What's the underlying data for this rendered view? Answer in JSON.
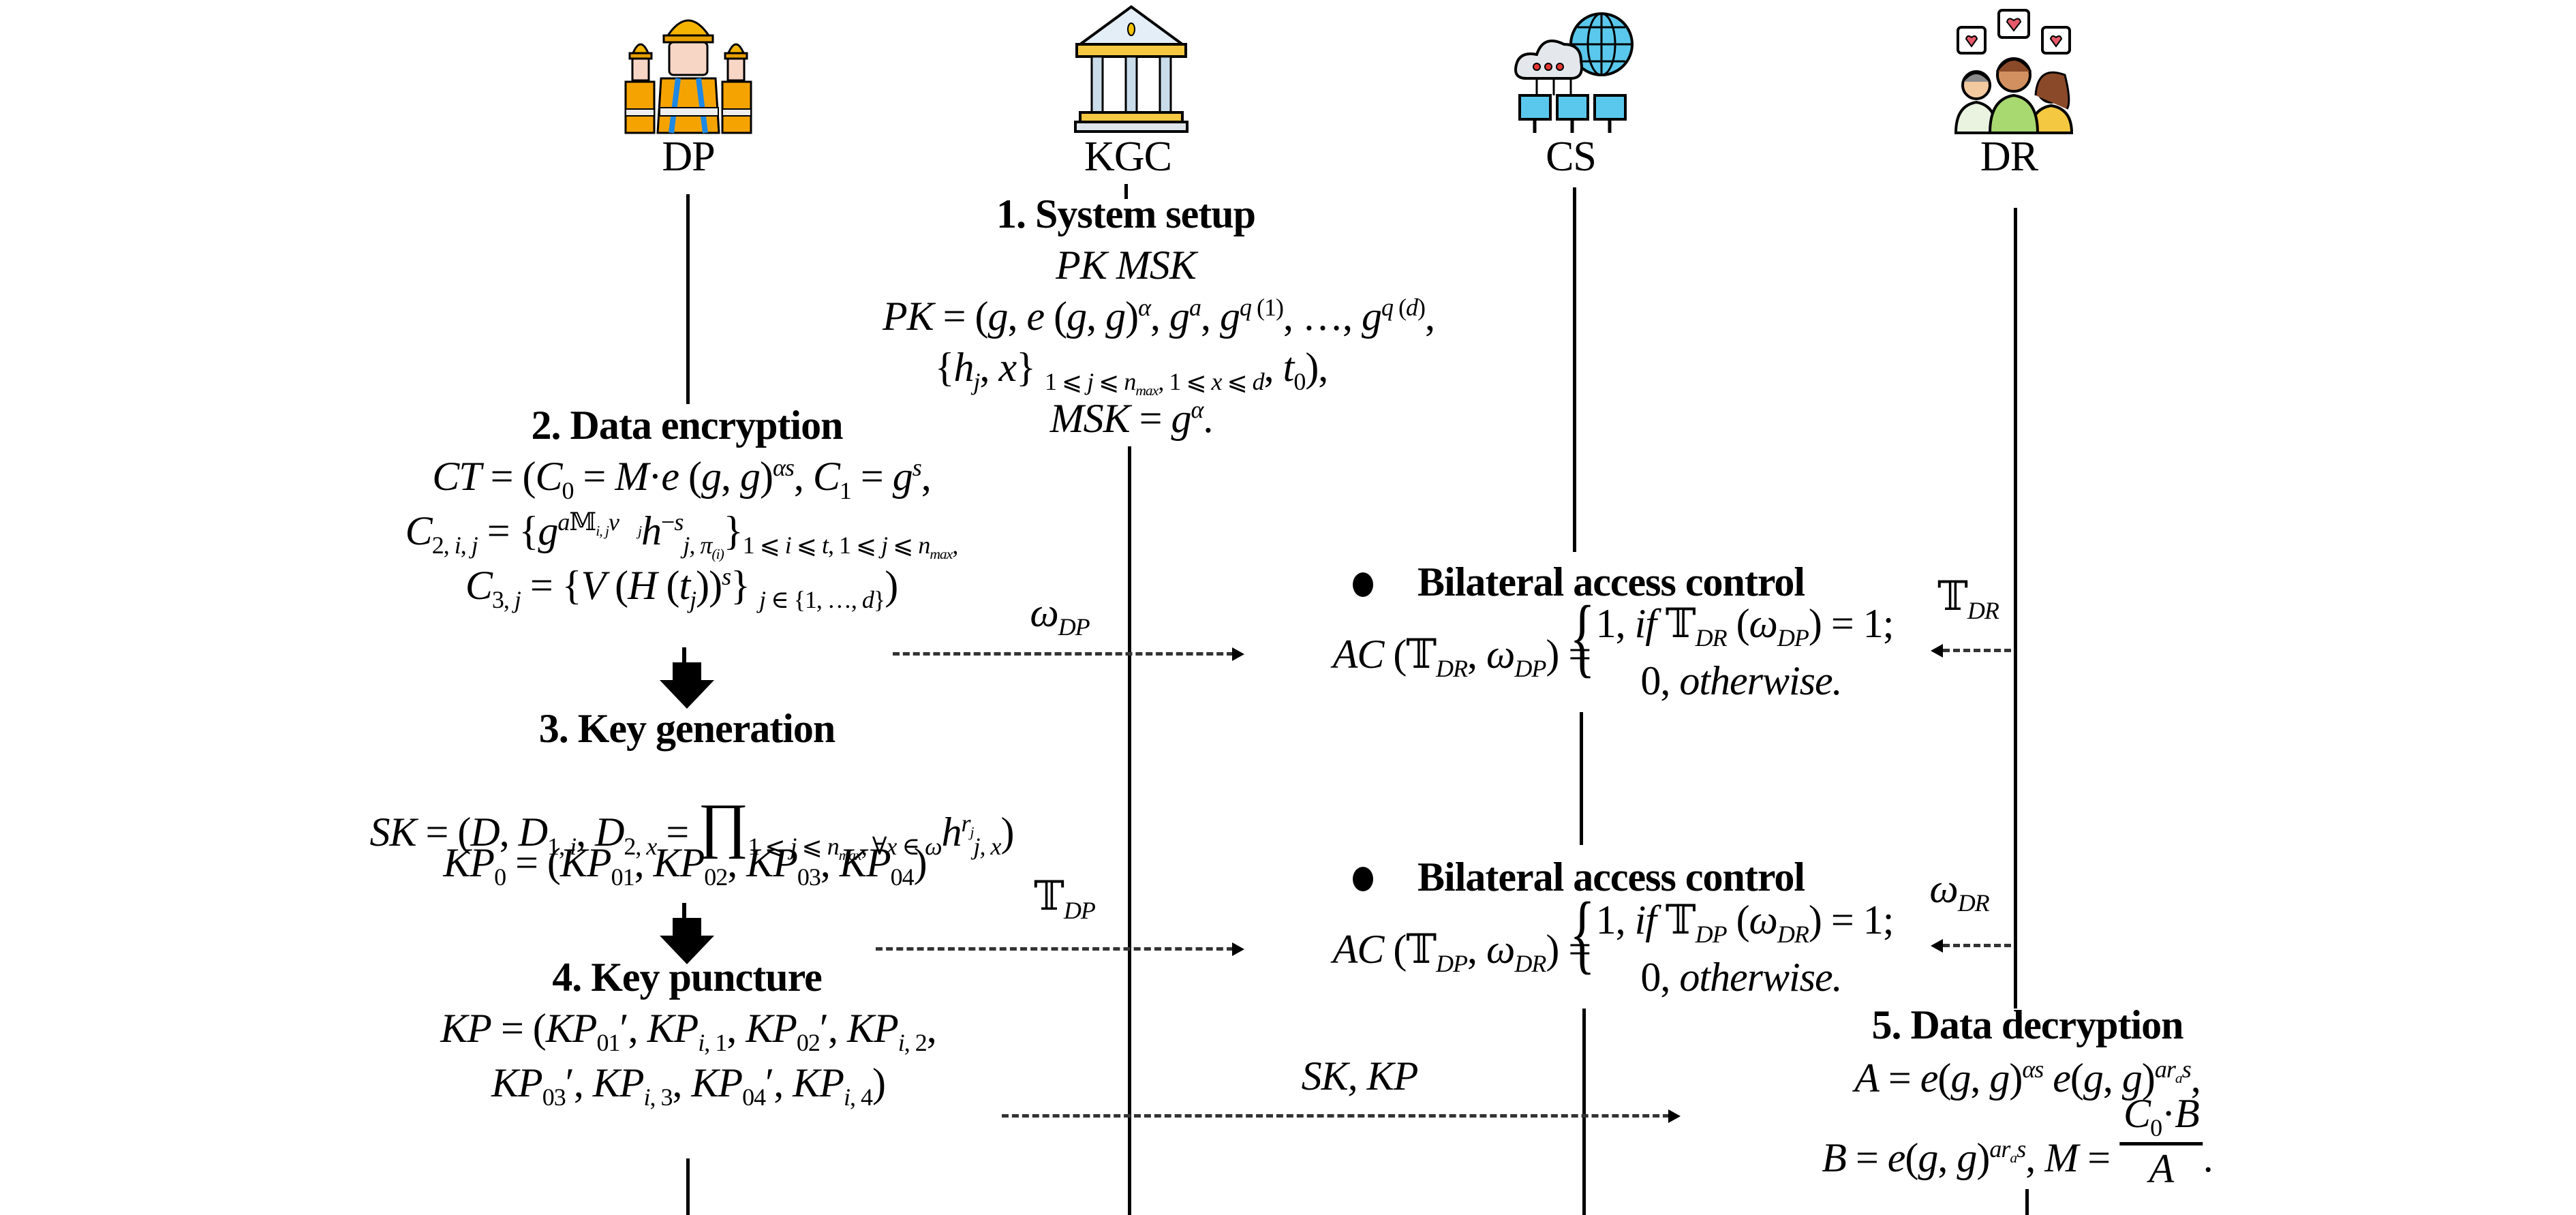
{
  "actors": [
    {
      "id": "DP",
      "label": "DP",
      "icon": "construction-workers-icon"
    },
    {
      "id": "KGC",
      "label": "KGC",
      "icon": "government-building-icon"
    },
    {
      "id": "CS",
      "label": "CS",
      "icon": "cloud-server-network-icon"
    },
    {
      "id": "DR",
      "label": "DR",
      "icon": "users-social-hearts-icon"
    }
  ],
  "steps": {
    "setup": {
      "title": "1. System setup",
      "subtitle": "PK MSK",
      "pk_line1": "PK = (g, e (g, g)^α, g^a, g^q(1), …, g^q(d),",
      "pk_line2": "{h_j, x} 1≤j≤n_max, 1≤x≤d, t_0),",
      "msk": "MSK = g^α."
    },
    "encryption": {
      "title": "2. Data encryption",
      "line1": "CT = (C_0 = M·e (g, g)^αs, C_1 = g^s,",
      "line2": "C_2,i,j = {g^(aM_i,j v_j) h_j,π(i)^−s} 1≤i≤t, 1≤j≤n_max,",
      "line3": "C_3,j = {V (H (t_j))^s} j∈{1,…,d})"
    },
    "keygen": {
      "title": "3. Key generation",
      "line1": "SK = (D, D_1,i, D_2,x = ∏ 1≤j≤n_max, ∀x∈ω h_j,x^rj)",
      "line2": "KP_0 = (KP_01, KP_02, KP_03, KP_04)"
    },
    "puncture": {
      "title": "4. Key puncture",
      "line1": "KP = (KP_01′, KP_i,1, KP_02′, KP_i,2,",
      "line2": "KP_03′, KP_i,3, KP_04′, KP_i,4)"
    },
    "decryption": {
      "title": "5. Data decryption",
      "line1": "A = e(g, g)^αs e(g, g)^(a r_a s),",
      "line2": "B = e(g, g)^(a r_a s), M = C_0·B / A."
    }
  },
  "access_control": [
    {
      "title": "Bilateral access control",
      "formula": "AC (𝕋_DR, ω_DP) = { 1, if 𝕋_DR (ω_DP) = 1; 0, otherwise.",
      "case1": "1, if 𝕋_DR (ω_DP) = 1;",
      "case2": "0, otherwise.",
      "left_message": "ω_DP",
      "right_message": "𝕋_DR"
    },
    {
      "title": "Bilateral access control",
      "formula": "AC (𝕋_DP, ω_DR) = { 1, if 𝕋_DP (ω_DR) = 1; 0, otherwise.",
      "case1": "1, if 𝕋_DP (ω_DR) = 1;",
      "case2": "0, otherwise.",
      "left_message": "𝕋_DP",
      "right_message": "ω_DR"
    }
  ],
  "messages": {
    "sk_kp": "SK, KP"
  }
}
